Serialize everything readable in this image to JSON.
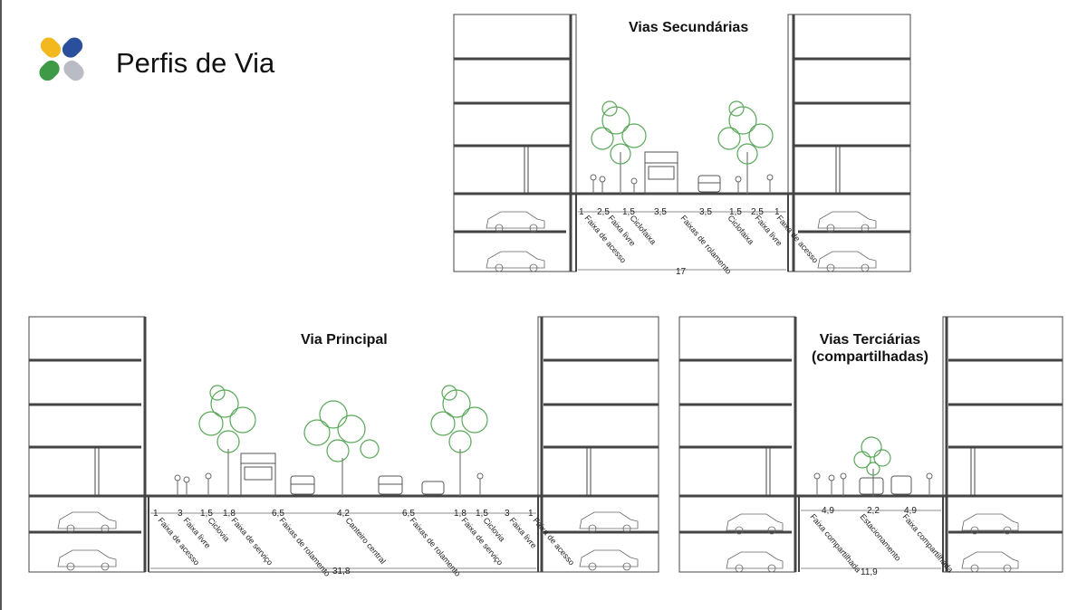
{
  "page": {
    "title": "Perfis de Via"
  },
  "colors": {
    "tree_green": "#5aa85a",
    "logo_blue": "#2a4f9c",
    "logo_green": "#3f9a48",
    "logo_yellow": "#f2b81e",
    "logo_grey": "#b9bcc4"
  },
  "sections": [
    {
      "key": "secundarias",
      "title_lines": [
        "Vias Secundárias"
      ],
      "widths": [
        "1",
        "2,5",
        "1,5",
        "3,5",
        "3,5",
        "1,5",
        "2,5",
        "1"
      ],
      "labels": [
        "Faixa de acesso",
        "Faixa livre",
        "Ciclofaixa",
        "Faixas de rolamento",
        "Ciclofaixa",
        "Faixa livre",
        "Faixa de acesso"
      ],
      "total": "17"
    },
    {
      "key": "principal",
      "title_lines": [
        "Via Principal"
      ],
      "widths": [
        "1",
        "3",
        "1,5",
        "1,8",
        "6,5",
        "4,2",
        "6,5",
        "1,8",
        "1,5",
        "3",
        "1"
      ],
      "labels": [
        "Faixa de acesso",
        "Faixa livre",
        "Ciclovia",
        "Faixa de serviço",
        "Faixas de rolamento",
        "Canteiro central",
        "Faixas de rolamento",
        "Faixa de serviço",
        "Ciclovia",
        "Faixa livre",
        "Faixa de acesso"
      ],
      "total": "31,8"
    },
    {
      "key": "terciarias",
      "title_lines": [
        "Vias Terciárias",
        "(compartilhadas)"
      ],
      "widths": [
        "4,9",
        "2,2",
        "4,9"
      ],
      "labels": [
        "Faixa compartilhada",
        "Estacionamento",
        "Faixa compartilhada"
      ],
      "total": "11,9"
    }
  ]
}
